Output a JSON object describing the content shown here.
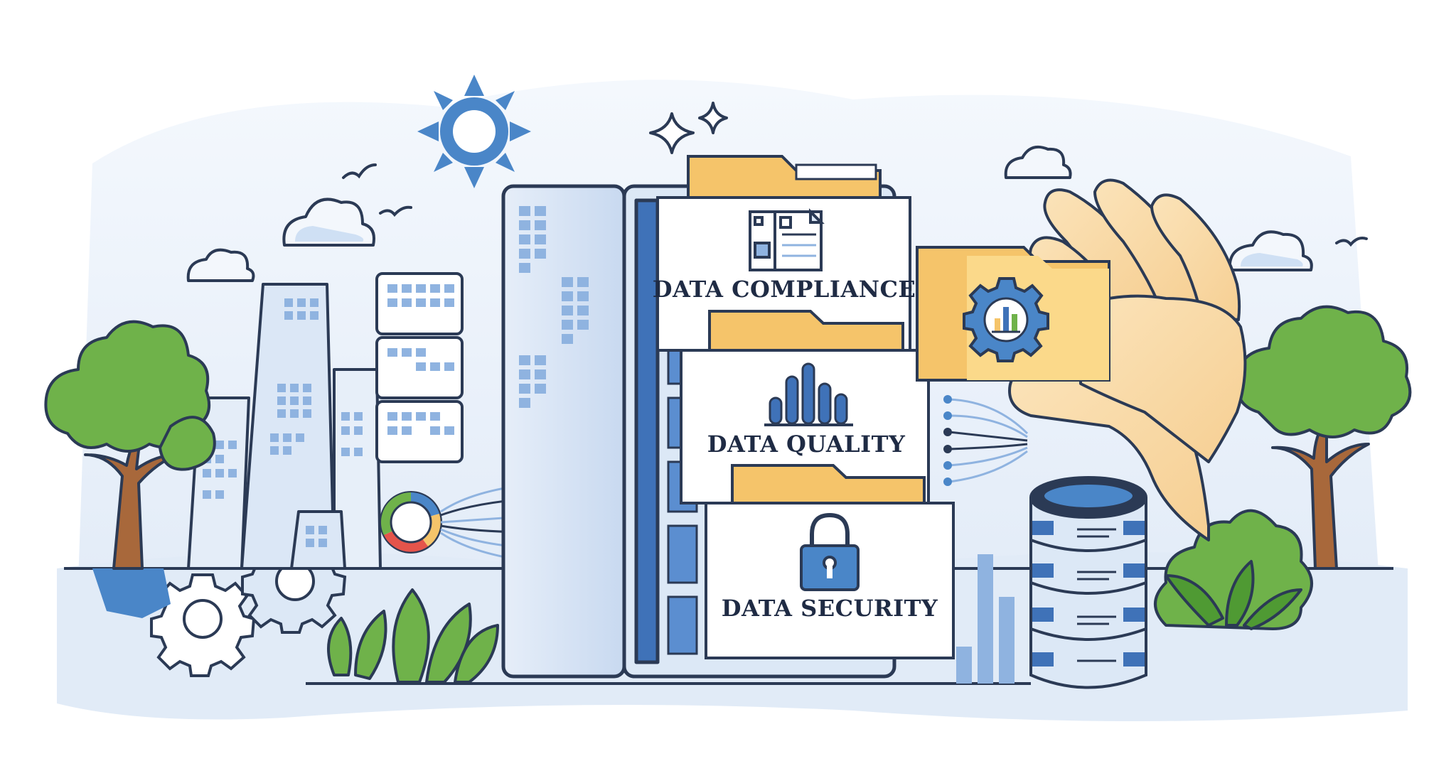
{
  "labels": {
    "compliance": "DATA COMPLIANCE",
    "quality": "DATA QUALITY",
    "security": "DATA SECURITY"
  },
  "icons": {
    "sun": "sun-icon",
    "sparkle": "sparkle-icon",
    "gear": "gear-icon",
    "lock": "padlock-icon",
    "bar_chart": "bar-chart-icon",
    "document": "document-icon",
    "database": "database-icon",
    "donut": "donut-chart-icon"
  },
  "colors": {
    "outline": "#2b3a55",
    "blue_light": "#dce8f6",
    "blue_mid": "#8fb3e0",
    "blue_dark": "#3f72b8",
    "folder_yellow": "#f5c46a",
    "folder_light": "#fbd98a",
    "green": "#6fb24a",
    "green_dark": "#4f9a33",
    "skin": "#f8d9a8",
    "background_fill": "#eaf1fa"
  }
}
